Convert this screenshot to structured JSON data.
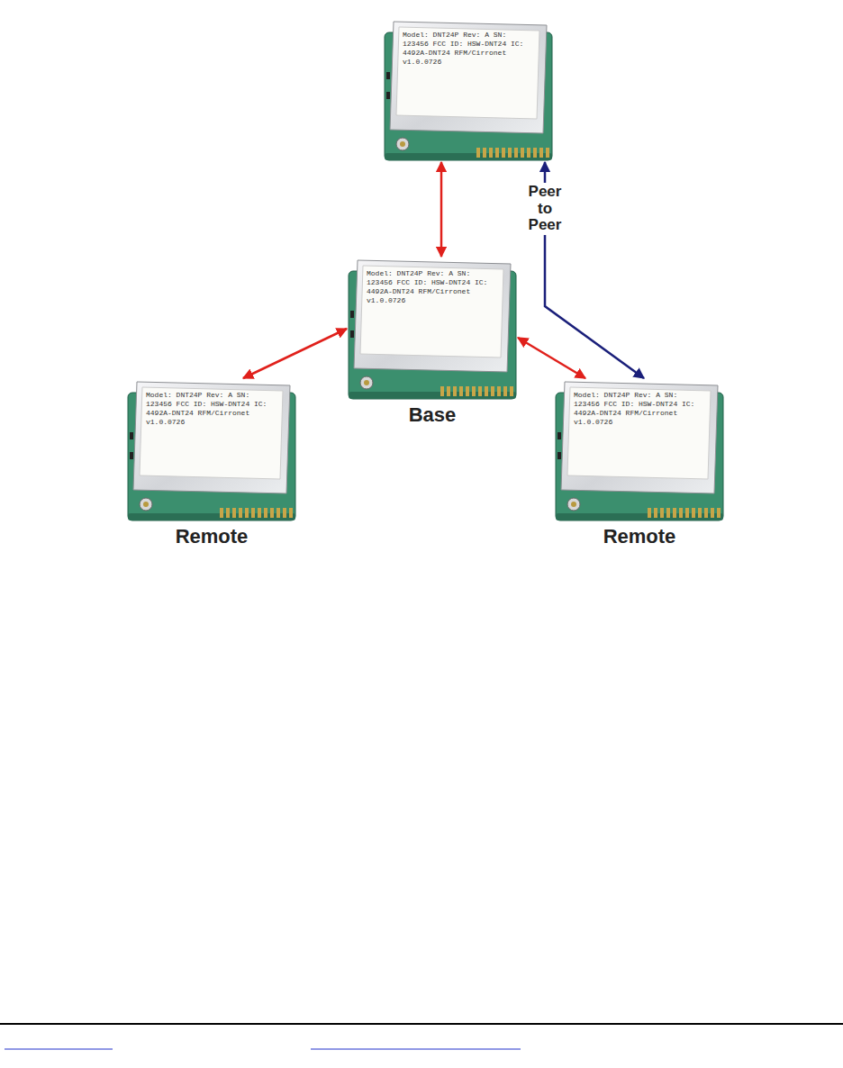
{
  "diagram": {
    "nodes": [
      {
        "text": [
          "Model: DNT24P Rev: A SN: 123456 FCC ID: HSW-DNT24 IC: 4492A-DNT24 RFM/Cirronet v1.0.0726"
        ]
      },
      {
        "text": [
          "Model: DNT24P Rev: A SN: 123456 FCC ID: HSW-DNT24 IC: 4492A-DNT24 RFM/Cirronet v1.0.0726",
          "Base"
        ]
      },
      {
        "text": [
          "Model: DNT24P Rev: A SN: 123456 FCC ID: HSW-DNT24 IC: 4492A-DNT24 RFM/Cirronet v1.0.0726",
          "Remote"
        ]
      },
      {
        "text": [
          "Model: DNT24P Rev: A SN: 123456 FCC ID: HSW-DNT24 IC: 4492A-DNT24 RFM/Cirronet v1.0.0726",
          "Remote"
        ]
      }
    ],
    "edges": [
      {
        "from": 0,
        "to": 1,
        "arrow": "both"
      },
      {
        "from": 1,
        "to": 2,
        "arrow": "both"
      },
      {
        "from": 1,
        "to": 3,
        "arrow": "both"
      },
      {
        "from": 0,
        "to": 3,
        "arrow": "both",
        "label": "Peer to Peer"
      }
    ]
  }
}
